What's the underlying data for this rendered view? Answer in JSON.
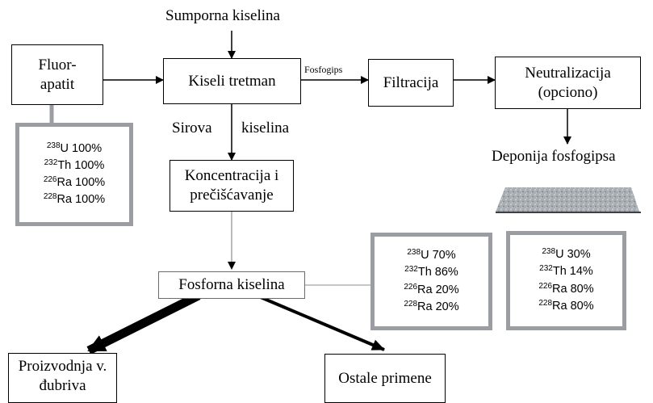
{
  "nodes": {
    "sumporna": "Sumporna kiselina",
    "fluorapatit_l1": "Fluor-",
    "fluorapatit_l2": "apatit",
    "kiseli": "Kiseli tretman",
    "fosfogips": "Fosfogips",
    "filtracija": "Filtracija",
    "neutralizacija_l1": "Neutralizacija",
    "neutralizacija_l2": "(opciono)",
    "deponija": "Deponija fosfogipsa",
    "sirova": "Sirova",
    "kiselina": "kiselina",
    "koncentracija_l1": "Koncentracija i",
    "koncentracija_l2": "prečišćavanje",
    "fosforna": "Fosforna kiselina",
    "proizvodnja_l1": "Proizvodnja v.",
    "proizvodnja_l2": "đubriva",
    "ostale": "Ostale primene"
  },
  "distributions": {
    "fluorapatit": [
      {
        "mass": "238",
        "element": "U",
        "value": "100%"
      },
      {
        "mass": "232",
        "element": "Th",
        "value": "100%"
      },
      {
        "mass": "226",
        "element": "Ra",
        "value": "100%"
      },
      {
        "mass": "228",
        "element": "Ra",
        "value": "100%"
      }
    ],
    "fosforna": [
      {
        "mass": "238",
        "element": "U",
        "value": "70%"
      },
      {
        "mass": "232",
        "element": "Th",
        "value": "86%"
      },
      {
        "mass": "226",
        "element": "Ra",
        "value": "20%"
      },
      {
        "mass": "228",
        "element": "Ra",
        "value": "20%"
      }
    ],
    "fosfogips": [
      {
        "mass": "238",
        "element": "U",
        "value": "30%"
      },
      {
        "mass": "232",
        "element": "Th",
        "value": "14%"
      },
      {
        "mass": "226",
        "element": "Ra",
        "value": "80%"
      },
      {
        "mass": "228",
        "element": "Ra",
        "value": "80%"
      }
    ]
  },
  "colors": {
    "line": "#000000",
    "iso_border": "#9a9ea3",
    "connector": "#8c8c8c",
    "pile": "#a9aeb3"
  }
}
